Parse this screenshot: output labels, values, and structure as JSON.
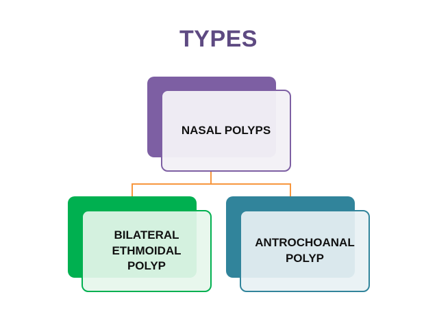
{
  "title": "TYPES",
  "colors": {
    "title": "#5e4a82",
    "root": "#7d5fa3",
    "left": "#00b050",
    "right": "#31849b",
    "connector": "#f7963d"
  },
  "nodes": {
    "root": {
      "label": "NASAL POLYPS"
    },
    "left": {
      "label": "BILATERAL\nETHMOIDAL\nPOLYP"
    },
    "right": {
      "label": "ANTROCHOANAL\nPOLYP"
    }
  }
}
